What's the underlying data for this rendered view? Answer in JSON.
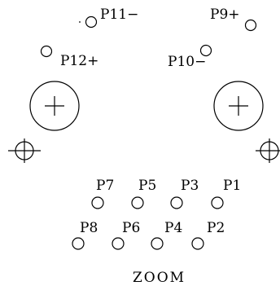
{
  "pins": [
    {
      "id": "p11",
      "label": "P11−"
    },
    {
      "id": "p9",
      "label": "P9+"
    },
    {
      "id": "p12",
      "label": "P12+"
    },
    {
      "id": "p10",
      "label": "P10−"
    },
    {
      "id": "p7",
      "label": "P7"
    },
    {
      "id": "p5",
      "label": "P5"
    },
    {
      "id": "p3",
      "label": "P3"
    },
    {
      "id": "p1",
      "label": "P1"
    },
    {
      "id": "p8",
      "label": "P8"
    },
    {
      "id": "p6",
      "label": "P6"
    },
    {
      "id": "p4",
      "label": "P4"
    },
    {
      "id": "p2",
      "label": "P2"
    }
  ],
  "footer": {
    "label": "ZOOM"
  }
}
